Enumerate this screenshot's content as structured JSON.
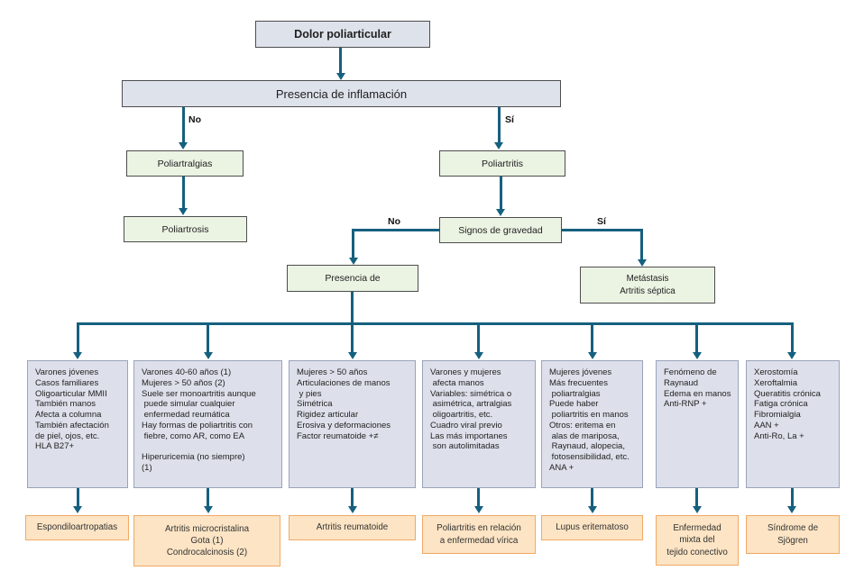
{
  "flowchart": {
    "root": {
      "label": "Dolor poliarticular"
    },
    "inflamacion": {
      "label": "Presencia de inflamación",
      "no_label": "No",
      "si_label": "Sí"
    },
    "poliartralgias": {
      "label": "Poliartralgias"
    },
    "poliartrosis": {
      "label": "Poliartrosis"
    },
    "poliartritis": {
      "label": "Poliartritis"
    },
    "gravedad": {
      "label": "Signos de gravedad",
      "no_label": "No",
      "si_label": "Sí"
    },
    "presencia_de": {
      "label": "Presencia de"
    },
    "metastasis": {
      "label": "Metástasis\nArtritis séptica"
    },
    "criteria": [
      {
        "text": "Varones jóvenes\nCasos familiares\nOligoarticular MMII\nTambién manos\nAfecta a columna\nTambién afectación\nde piel, ojos, etc.\nHLA B27+"
      },
      {
        "text": "Varones 40-60 años (1)\nMujeres > 50 años (2)\nSuele ser monoartritis aunque\n puede simular cualquier\n enfermedad reumática\nHay formas de poliartritis con\n fiebre, como AR, como EA\n\nHiperuricemia (no siempre)\n(1)"
      },
      {
        "text": "Mujeres > 50 años\nArticulaciones de manos\n y pies\nSimétrica\nRigidez articular\nErosiva y deformaciones\nFactor reumatoide +≠"
      },
      {
        "text": "Varones y mujeres\n afecta manos\nVariables: simétrica o\n asimétrica, artralgias\n oligoartritis, etc.\nCuadro viral previo\nLas más importanes\n son autolimitadas"
      },
      {
        "text": "Mujeres jóvenes\nMás frecuentes\n poliartralgias\nPuede haber\n poliartritis en manos\nOtros: eritema en\n alas de mariposa,\n Raynaud, alopecia,\n fotosensibilidad, etc.\nANA +"
      },
      {
        "text": "Fenómeno de\nRaynaud\nEdema en manos\nAnti-RNP +"
      },
      {
        "text": "Xerostomía\nXeroftalmia\nQueratitis crónica\nFatiga crónica\nFibromialgia\nAAN +\nAnti-Ro, La +"
      }
    ],
    "diagnoses": [
      {
        "text": "Espondiloartropatias"
      },
      {
        "text": "Artritis microcristalina\nGota (1)\nCondrocalcinosis (2)"
      },
      {
        "text": "Artritis reumatoide"
      },
      {
        "text": "Poliartritis en relación\na enfermedad vírica"
      },
      {
        "text": "Lupus eritematoso"
      },
      {
        "text": "Enfermedad\nmixta del\ntejido conectivo"
      },
      {
        "text": "Síndrome de\nSjögren"
      }
    ],
    "colors": {
      "arrow": "#16607f",
      "box_gray": "#dee2eb",
      "box_column": "#dde0ea",
      "box_green": "#ebf3e3",
      "box_orange": "#fce4c4",
      "border_orange": "#f1a966",
      "border_dark": "#4d4d4f",
      "border_light": "#9aa3ba"
    }
  }
}
